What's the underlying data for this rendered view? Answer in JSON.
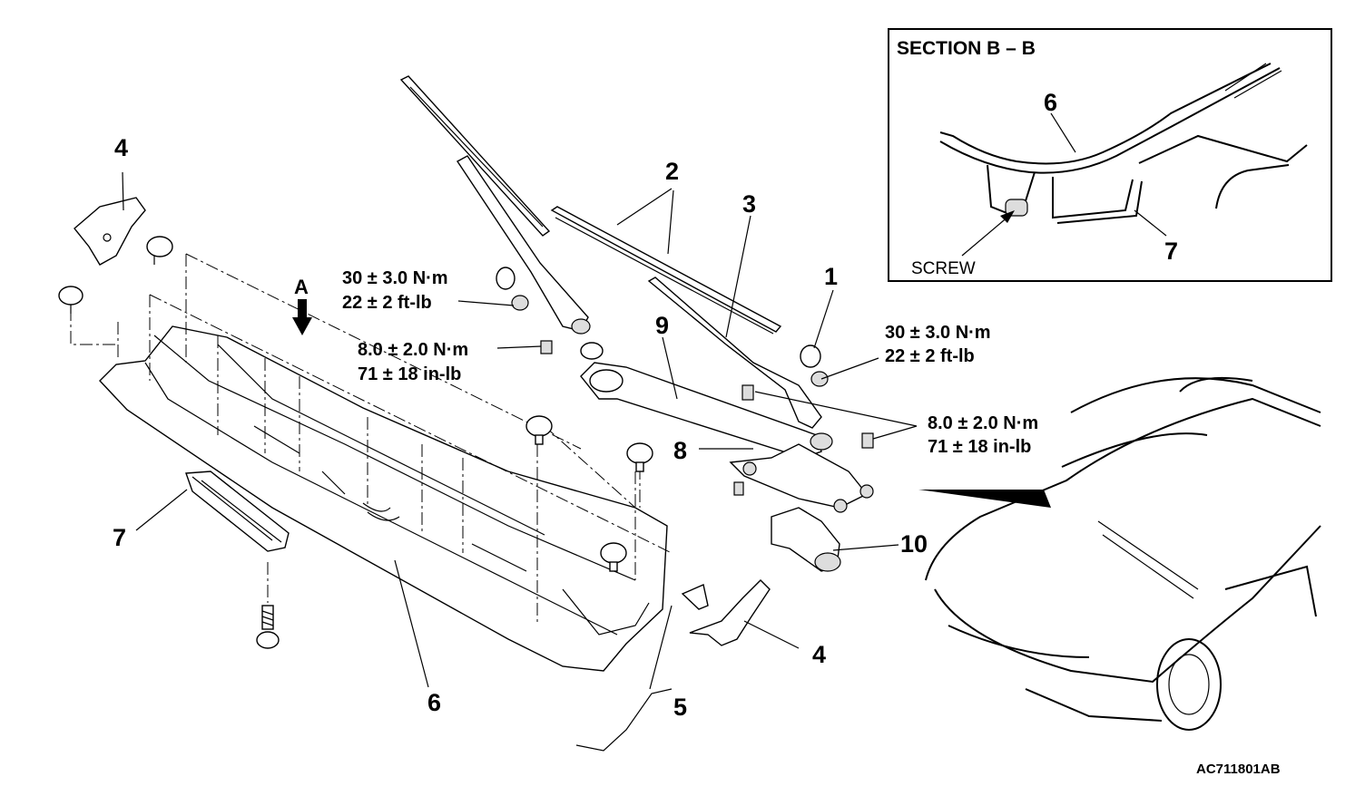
{
  "inset": {
    "title": "SECTION B – B",
    "screw_label": "SCREW",
    "label_6": "6",
    "label_7": "7"
  },
  "view_arrow": {
    "label": "A"
  },
  "callouts": {
    "p1": "1",
    "p2": "2",
    "p3": "3",
    "p4_top": "4",
    "p4_bottom": "4",
    "p5": "5",
    "p6": "6",
    "p7": "7",
    "p8": "8",
    "p9": "9",
    "p10": "10"
  },
  "torques": {
    "arm_left": {
      "nm": "30 ± 3.0 N·m",
      "imp": "22 ± 2 ft-lb"
    },
    "bolt_left": {
      "nm": "8.0 ± 2.0 N·m",
      "imp": "71 ± 18 in-lb"
    },
    "arm_right": {
      "nm": "30 ± 3.0 N·m",
      "imp": "22 ± 2 ft-lb"
    },
    "bolt_right": {
      "nm": "8.0 ± 2.0 N·m",
      "imp": "71 ± 18 in-lb"
    }
  },
  "figure_code": "AC711801AB"
}
